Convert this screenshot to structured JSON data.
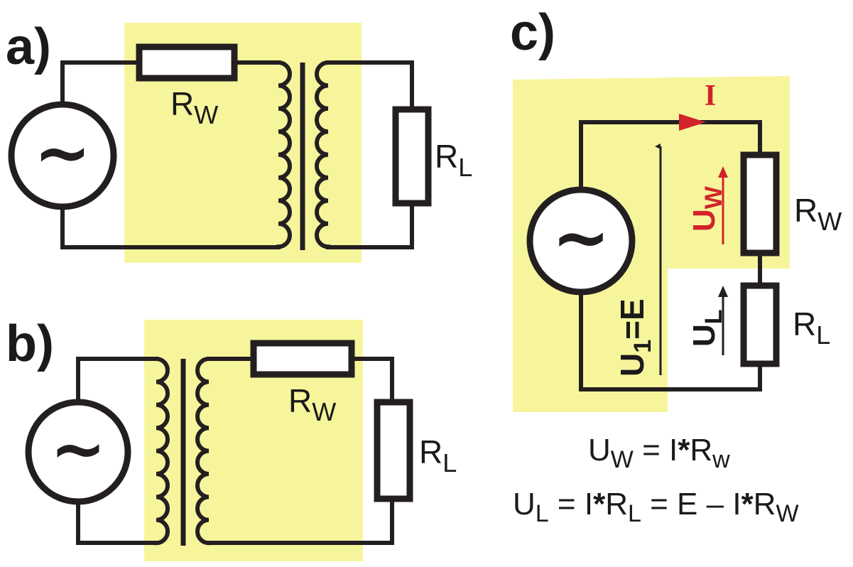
{
  "panels": {
    "a": "a)",
    "b": "b)",
    "c": "c)"
  },
  "source_symbol": "~",
  "labels": {
    "r_w_main": "R",
    "r_w_sub": "W",
    "r_l_main": "R",
    "r_l_sub": "L",
    "current": "I",
    "u_w_main": "U",
    "u_w_sub": "W",
    "u_l_main": "U",
    "u_l_sub": "L",
    "u1_main": "U",
    "u1_sub": "1",
    "u1_rest": "=E"
  },
  "equations": {
    "eq1": {
      "u_main": "U",
      "u_sub": "W",
      "mid": " = I",
      "star": "*",
      "r_main": "R",
      "r_sub": "w"
    },
    "eq2": {
      "u_main": "U",
      "u_sub": "L",
      "mid1": " = I",
      "star1": "*",
      "r1_main": "R",
      "r1_sub": "L",
      "mid2": " = E – I",
      "star2": "*",
      "r2_main": "R",
      "r2_sub": "W"
    }
  },
  "colors": {
    "highlight": "#f7f59c",
    "wire": "#231f20",
    "accent_red": "#d2232a"
  }
}
